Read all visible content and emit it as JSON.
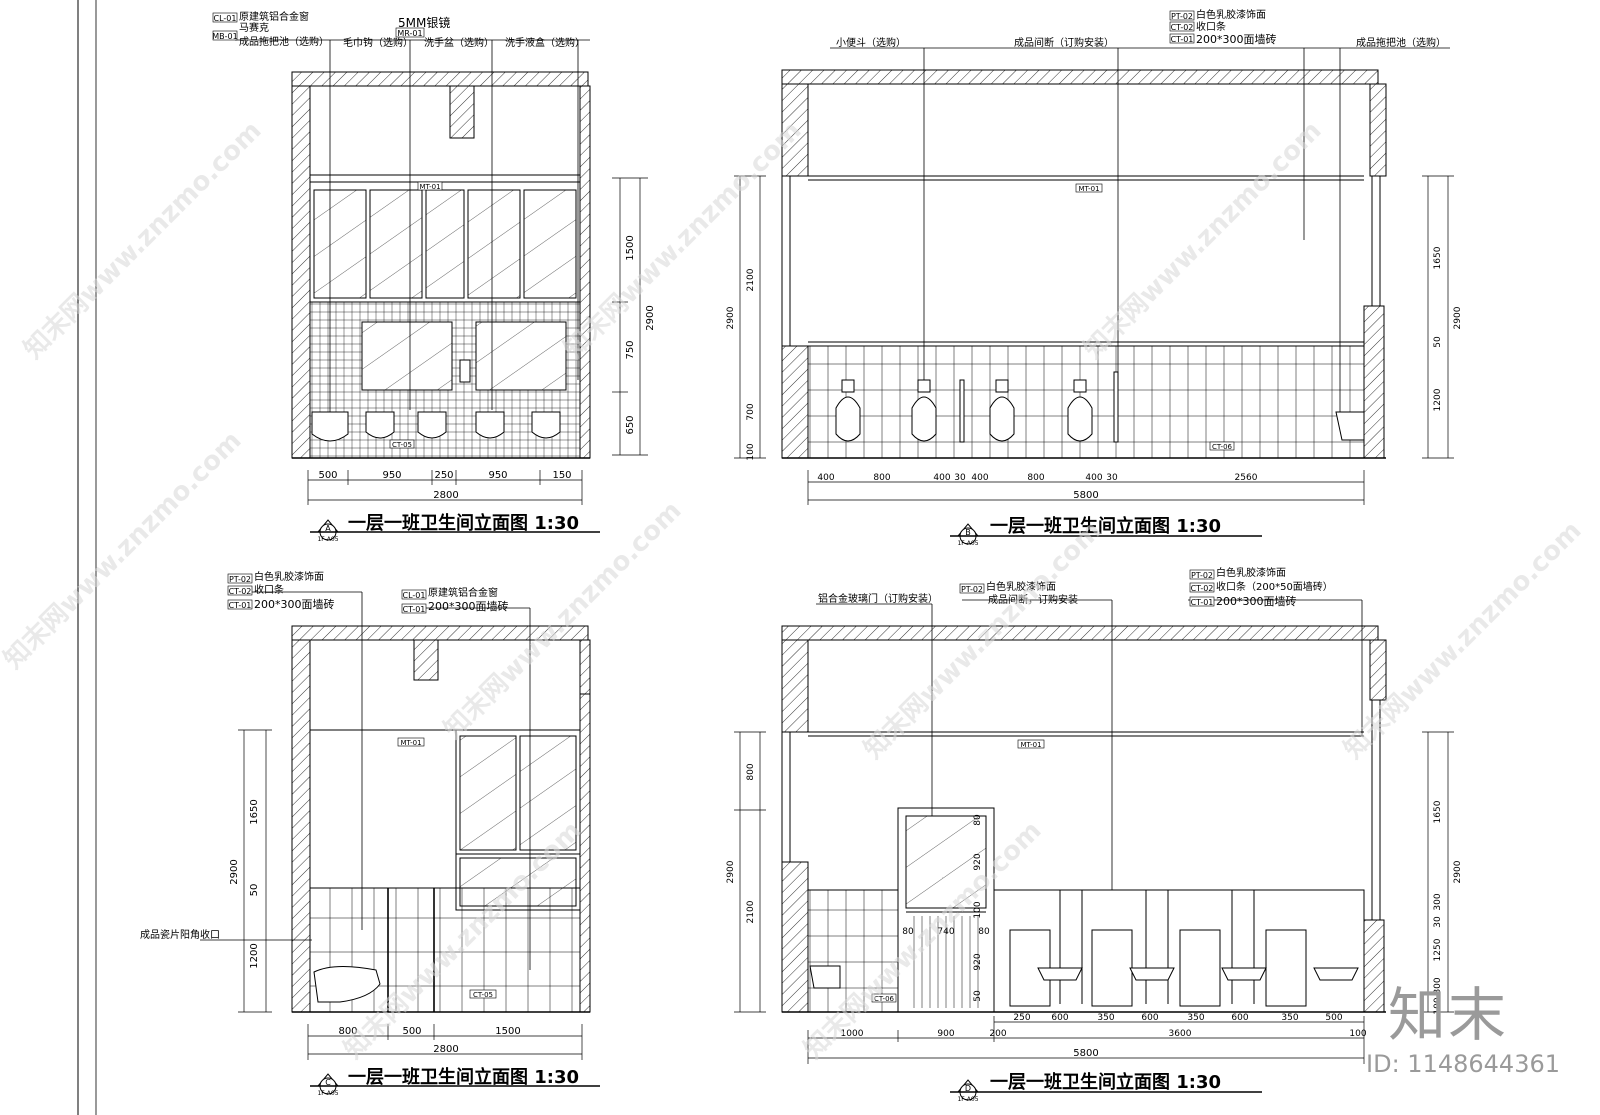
{
  "watermark": {
    "text": "知末网www.znzmo.com"
  },
  "brand": {
    "logo": "知末",
    "id": "ID: 1148644361"
  },
  "views": [
    {
      "key": "A",
      "title": "一层一班卫生间立面图 1:30",
      "marker_letter": "A",
      "marker_sheet": "1F-A05",
      "top_text": "5MM银镜",
      "labels": [
        {
          "code": "CL-01",
          "text": "原建筑铝合金窗"
        },
        {
          "code": "",
          "text": "马赛克"
        },
        {
          "code": "MB-01",
          "text": "成品拖把池（选购）"
        },
        {
          "code": "MR-01",
          "text": "毛巾钩（选购）"
        },
        {
          "code": "",
          "text": "洗手盆（选购）"
        },
        {
          "code": "",
          "text": "洗手液盒（选购）"
        }
      ],
      "tags": [
        "MT-01",
        "CT-05"
      ],
      "dims_bottom": [
        "500",
        "950",
        "250",
        "950",
        "150"
      ],
      "total": "2800",
      "dims_right": [
        "1500",
        "750",
        "650"
      ],
      "dims_right_total": "2900"
    },
    {
      "key": "B",
      "title": "一层一班卫生间立面图 1:30",
      "marker_letter": "B",
      "marker_sheet": "1F-A05",
      "labels": [
        {
          "code": "",
          "text": "小便斗（选购）"
        },
        {
          "code": "",
          "text": "成品间断（订购安装）"
        },
        {
          "code": "PT-02",
          "text": "白色乳胶漆饰面"
        },
        {
          "code": "CT-02",
          "text": "收口条"
        },
        {
          "code": "CT-01",
          "text": "200*300面墙砖"
        },
        {
          "code": "",
          "text": "成品拖把池（选购）"
        }
      ],
      "tags": [
        "MT-01",
        "CT-06"
      ],
      "dims_bottom": [
        "400",
        "800",
        "400",
        "30",
        "400",
        "800",
        "400",
        "30",
        "2560"
      ],
      "total": "5800",
      "dims_left": [
        "2100",
        "700",
        "100"
      ],
      "dims_left_total": "2900",
      "dims_right": [
        "1650",
        "50",
        "1200"
      ],
      "dims_right_total": "2900"
    },
    {
      "key": "C",
      "title": "一层一班卫生间立面图 1:30",
      "marker_letter": "C",
      "marker_sheet": "1F-A05",
      "labels": [
        {
          "code": "PT-02",
          "text": "白色乳胶漆饰面"
        },
        {
          "code": "CT-02",
          "text": "收口条"
        },
        {
          "code": "CT-01",
          "text": "200*300面墙砖"
        },
        {
          "code": "CL-01",
          "text": "原建筑铝合金窗"
        },
        {
          "code": "CT-01",
          "text": "200*300面墙砖"
        }
      ],
      "side_label": "成品瓷片阳角收口",
      "tags": [
        "MT-01",
        "CT-05"
      ],
      "dims_bottom": [
        "800",
        "500",
        "1500"
      ],
      "total": "2800",
      "dims_left": [
        "1650",
        "50",
        "1200"
      ],
      "dims_left_total": "2900"
    },
    {
      "key": "D",
      "title": "一层一班卫生间立面图 1:30",
      "marker_letter": "D",
      "marker_sheet": "1F-A05",
      "labels": [
        {
          "code": "",
          "text": "铝合金玻璃门（订购安装）"
        },
        {
          "code": "PT-02",
          "text": "白色乳胶漆饰面"
        },
        {
          "code": "",
          "text": "成品间断，订购安装"
        },
        {
          "code": "PT-02",
          "text": "白色乳胶漆饰面"
        },
        {
          "code": "CT-02",
          "text": "收口条（200*50面墙砖）"
        },
        {
          "code": "CT-01",
          "text": "200*300面墙砖"
        }
      ],
      "tags": [
        "MT-01",
        "CT-06"
      ],
      "door_dims": [
        "80",
        "920",
        "100",
        "80",
        "740",
        "80",
        "920",
        "50"
      ],
      "dims_bottom_upper": [
        "250",
        "600",
        "350",
        "600",
        "350",
        "600",
        "350",
        "500"
      ],
      "dims_bottom": [
        "1000",
        "900",
        "200",
        "3600",
        "100"
      ],
      "total": "5800",
      "dims_left": [
        "800",
        "2100"
      ],
      "dims_left_total": "2900",
      "dims_right": [
        "1650",
        "300",
        "30",
        "1250",
        "800",
        "100"
      ],
      "dims_right_total": "2900"
    }
  ]
}
